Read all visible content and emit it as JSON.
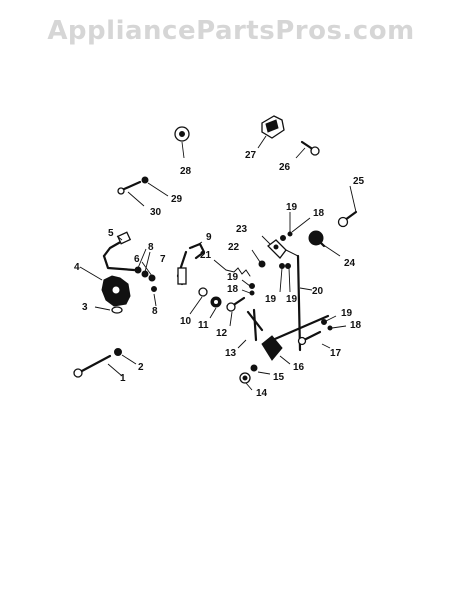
{
  "watermark": "AppliancePartsPros.com",
  "callouts": {
    "c1": "1",
    "c2": "2",
    "c3": "3",
    "c4": "4",
    "c5": "5",
    "c6": "6",
    "c7": "7",
    "c8a": "8",
    "c8b": "8",
    "c9": "9",
    "c10": "10",
    "c11": "11",
    "c12": "12",
    "c13": "13",
    "c14": "14",
    "c15": "15",
    "c16": "16",
    "c17": "17",
    "c18a": "18",
    "c18b": "18",
    "c18c": "18",
    "c19a": "19",
    "c19b": "19",
    "c19c": "19",
    "c19d": "19",
    "c19e": "19",
    "c20": "20",
    "c21": "21",
    "c22": "22",
    "c23": "23",
    "c24": "24",
    "c25": "25",
    "c26": "26",
    "c27": "27",
    "c28": "28",
    "c29": "29",
    "c30": "30"
  }
}
